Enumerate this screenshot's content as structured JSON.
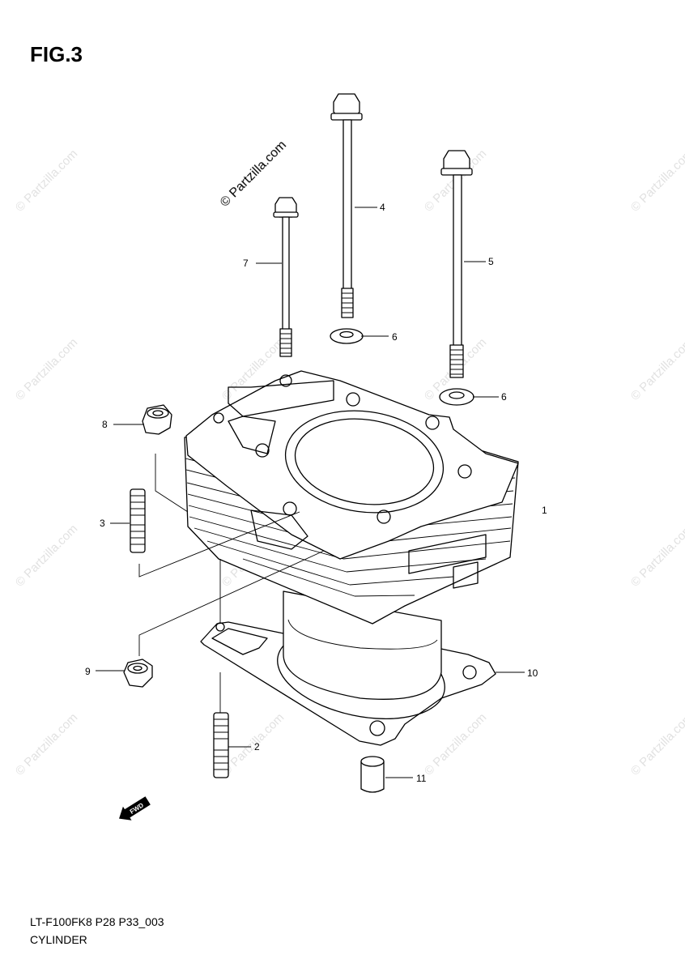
{
  "figure": {
    "title": "FIG.3"
  },
  "watermark": {
    "text": "© Partzilla.com"
  },
  "callouts": {
    "c1": "1",
    "c2": "2",
    "c3": "3",
    "c4": "4",
    "c5": "5",
    "c6a": "6",
    "c6b": "6",
    "c7": "7",
    "c8": "8",
    "c9": "9",
    "c10": "10",
    "c11": "11"
  },
  "fwd_arrow": {
    "label": "FWD"
  },
  "caption": {
    "code": "LT-F100FK8 P28 P33_003",
    "name": "CYLINDER"
  }
}
